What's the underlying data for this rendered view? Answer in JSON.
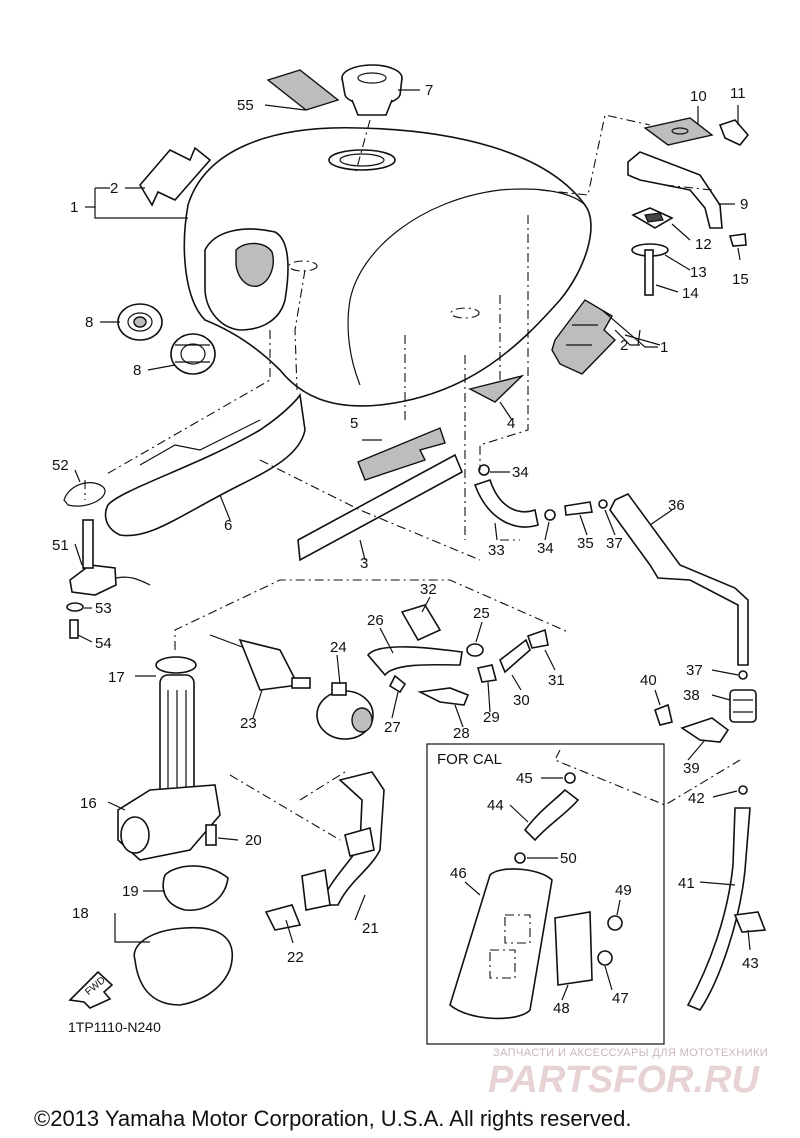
{
  "diagram": {
    "code": "1TP1110-N240",
    "for_cal": "FOR CAL",
    "fwd": "FWD",
    "watermark_ru": "ЗАПЧАСТИ И АКСЕССУАРЫ ДЛЯ МОТОТЕХНИКИ",
    "watermark_brand": "PARTSFOR.RU",
    "copyright": "©2013 Yamaha Motor Corporation, U.S.A. All rights reserved.",
    "callouts": [
      {
        "id": "c1a",
        "text": "1"
      },
      {
        "id": "c1b",
        "text": "1"
      },
      {
        "id": "c2a",
        "text": "2"
      },
      {
        "id": "c2b",
        "text": "2"
      },
      {
        "id": "c3",
        "text": "3"
      },
      {
        "id": "c4",
        "text": "4"
      },
      {
        "id": "c5",
        "text": "5"
      },
      {
        "id": "c6",
        "text": "6"
      },
      {
        "id": "c7",
        "text": "7"
      },
      {
        "id": "c8a",
        "text": "8"
      },
      {
        "id": "c8b",
        "text": "8"
      },
      {
        "id": "c9",
        "text": "9"
      },
      {
        "id": "c10",
        "text": "10"
      },
      {
        "id": "c11",
        "text": "11"
      },
      {
        "id": "c12",
        "text": "12"
      },
      {
        "id": "c13",
        "text": "13"
      },
      {
        "id": "c14",
        "text": "14"
      },
      {
        "id": "c15",
        "text": "15"
      },
      {
        "id": "c16",
        "text": "16"
      },
      {
        "id": "c17",
        "text": "17"
      },
      {
        "id": "c18",
        "text": "18"
      },
      {
        "id": "c19",
        "text": "19"
      },
      {
        "id": "c20",
        "text": "20"
      },
      {
        "id": "c21",
        "text": "21"
      },
      {
        "id": "c22",
        "text": "22"
      },
      {
        "id": "c23",
        "text": "23"
      },
      {
        "id": "c24",
        "text": "24"
      },
      {
        "id": "c25",
        "text": "25"
      },
      {
        "id": "c26",
        "text": "26"
      },
      {
        "id": "c27",
        "text": "27"
      },
      {
        "id": "c28",
        "text": "28"
      },
      {
        "id": "c29",
        "text": "29"
      },
      {
        "id": "c30",
        "text": "30"
      },
      {
        "id": "c31",
        "text": "31"
      },
      {
        "id": "c32",
        "text": "32"
      },
      {
        "id": "c33",
        "text": "33"
      },
      {
        "id": "c34a",
        "text": "34"
      },
      {
        "id": "c34b",
        "text": "34"
      },
      {
        "id": "c35",
        "text": "35"
      },
      {
        "id": "c36",
        "text": "36"
      },
      {
        "id": "c37a",
        "text": "37"
      },
      {
        "id": "c37b",
        "text": "37"
      },
      {
        "id": "c38",
        "text": "38"
      },
      {
        "id": "c39",
        "text": "39"
      },
      {
        "id": "c40",
        "text": "40"
      },
      {
        "id": "c41",
        "text": "41"
      },
      {
        "id": "c42",
        "text": "42"
      },
      {
        "id": "c43",
        "text": "43"
      },
      {
        "id": "c44",
        "text": "44"
      },
      {
        "id": "c45",
        "text": "45"
      },
      {
        "id": "c46",
        "text": "46"
      },
      {
        "id": "c47",
        "text": "47"
      },
      {
        "id": "c48",
        "text": "48"
      },
      {
        "id": "c49",
        "text": "49"
      },
      {
        "id": "c50",
        "text": "50"
      },
      {
        "id": "c51",
        "text": "51"
      },
      {
        "id": "c52",
        "text": "52"
      },
      {
        "id": "c53",
        "text": "53"
      },
      {
        "id": "c54",
        "text": "54"
      },
      {
        "id": "c55",
        "text": "55"
      }
    ]
  }
}
